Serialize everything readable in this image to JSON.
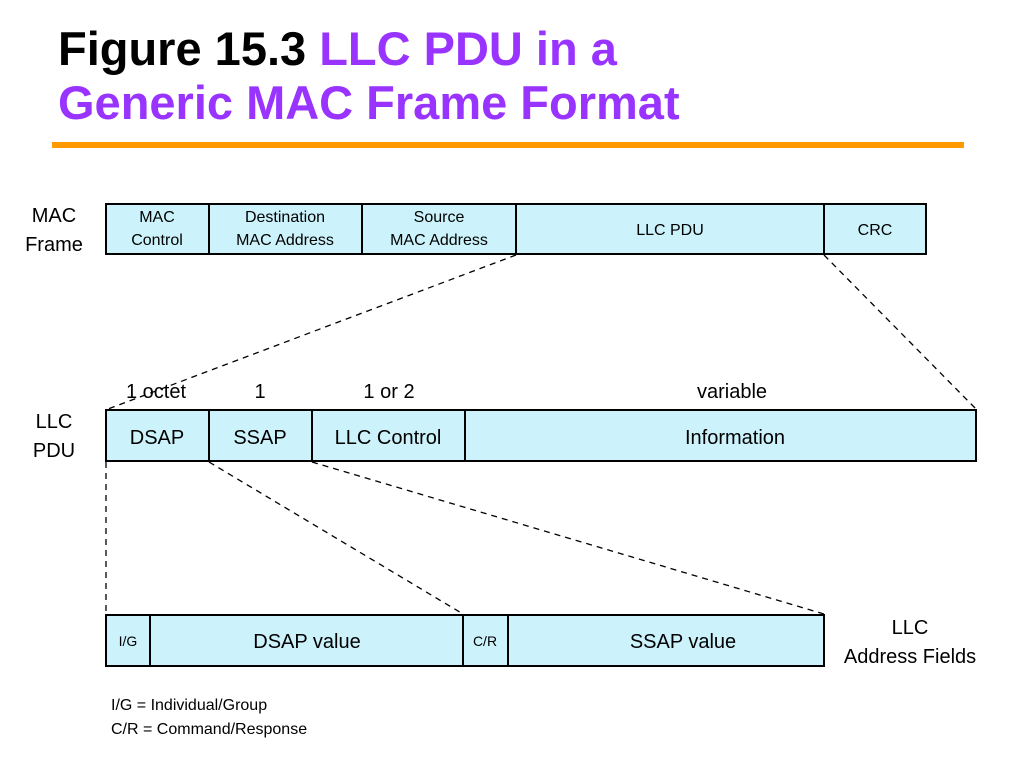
{
  "title": {
    "figure_label": "Figure 15.3",
    "caption_line1": "LLC PDU in a",
    "caption_line2": "Generic MAC Frame Format"
  },
  "colors": {
    "title_caption": "#9933ff",
    "rule": "#ff9900",
    "box_fill": "#ccf2fb"
  },
  "mac_frame": {
    "label_line1": "MAC",
    "label_line2": "Frame",
    "fields": [
      {
        "line1": "MAC",
        "line2": "Control"
      },
      {
        "line1": "Destination",
        "line2": "MAC Address"
      },
      {
        "line1": "Source",
        "line2": "MAC Address"
      },
      {
        "line1": "LLC PDU",
        "line2": ""
      },
      {
        "line1": "CRC",
        "line2": ""
      }
    ]
  },
  "llc_pdu": {
    "label_line1": "LLC",
    "label_line2": "PDU",
    "sizes": [
      "1 octet",
      "1",
      "1 or 2",
      "variable"
    ],
    "fields": [
      "DSAP",
      "SSAP",
      "LLC Control",
      "Information"
    ]
  },
  "address_fields": {
    "label_line1": "LLC",
    "label_line2": "Address Fields",
    "fields": [
      "I/G",
      "DSAP value",
      "C/R",
      "SSAP value"
    ]
  },
  "legend": [
    "I/G = Individual/Group",
    "C/R = Command/Response"
  ]
}
